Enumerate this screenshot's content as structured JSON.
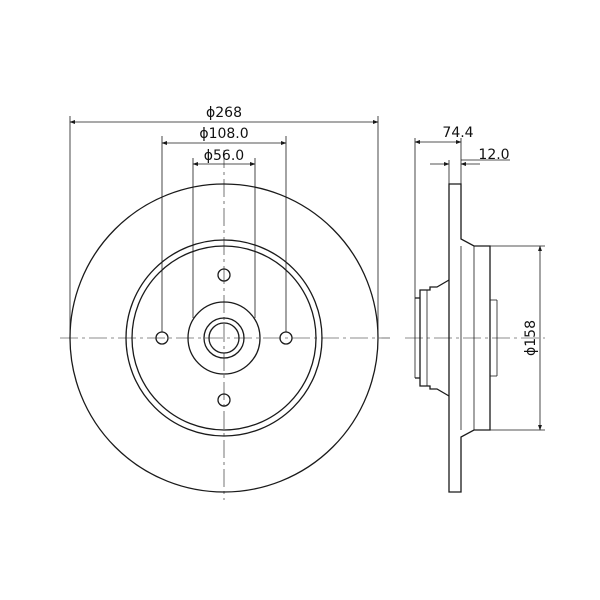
{
  "front_view": {
    "dimensions": {
      "outer_diameter": "ϕ268",
      "bolt_circle": "ϕ108.0",
      "center_bore": "ϕ56.0"
    },
    "bolt_holes": 4
  },
  "side_view": {
    "dimensions": {
      "overall_height": "74.4",
      "disc_thickness": "12.0",
      "hat_diameter": "ϕ158"
    }
  }
}
